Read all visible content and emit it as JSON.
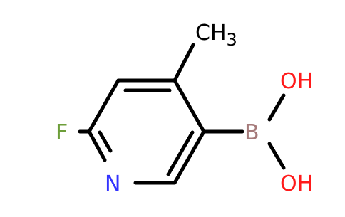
{
  "molecule": {
    "atoms": {
      "methyl_c": "CH",
      "methyl_sub": "3",
      "fluorine": "F",
      "nitrogen": "N",
      "boron": "B",
      "hydroxyl_top": "OH",
      "hydroxyl_bottom": "OH"
    },
    "colors": {
      "bond": "#000000",
      "carbon": "#000000",
      "nitrogen": "#3333ff",
      "fluorine": "#6d9e3a",
      "boron": "#a57a7a",
      "oxygen": "#ff1a1a"
    }
  }
}
